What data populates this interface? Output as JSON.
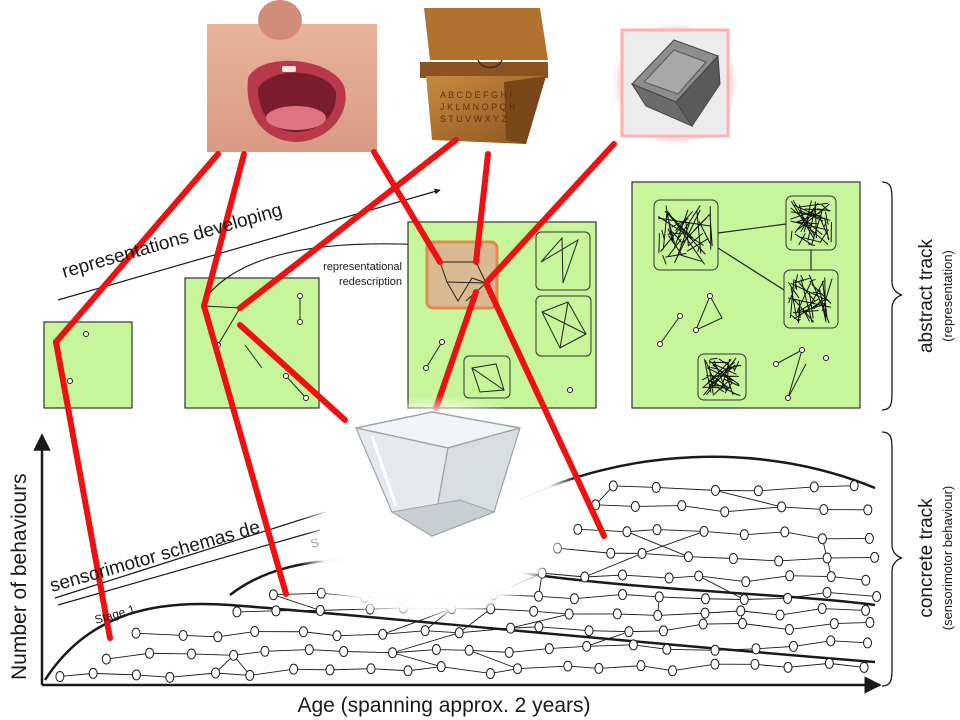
{
  "labels": {
    "representations": "representations developing",
    "redescription_line1": "representational",
    "redescription_line2": "redescription",
    "sensorimotor": "sensorimotor schemas de",
    "stage1": "Stage 1",
    "stage2": "S",
    "y_axis": "Number of behaviours",
    "x_axis": "Age (spanning approx. 2 years)",
    "abstract_track": "abstract track",
    "abstract_sub": "(representation)",
    "concrete_track": "concrete track",
    "concrete_sub": "(sensorimotor behaviour)"
  },
  "colors": {
    "panel_fill": "#c7f59a",
    "link_red": "#ee1111",
    "ink": "#1a1a1a",
    "highlight": "#e8a070"
  },
  "images": {
    "baby_mouth": "open-mouth photo",
    "toy_box": "wooden alphabet toy chest",
    "abstract_box": "grey 3D box icon",
    "glass_bowl": "square glass bowl"
  }
}
